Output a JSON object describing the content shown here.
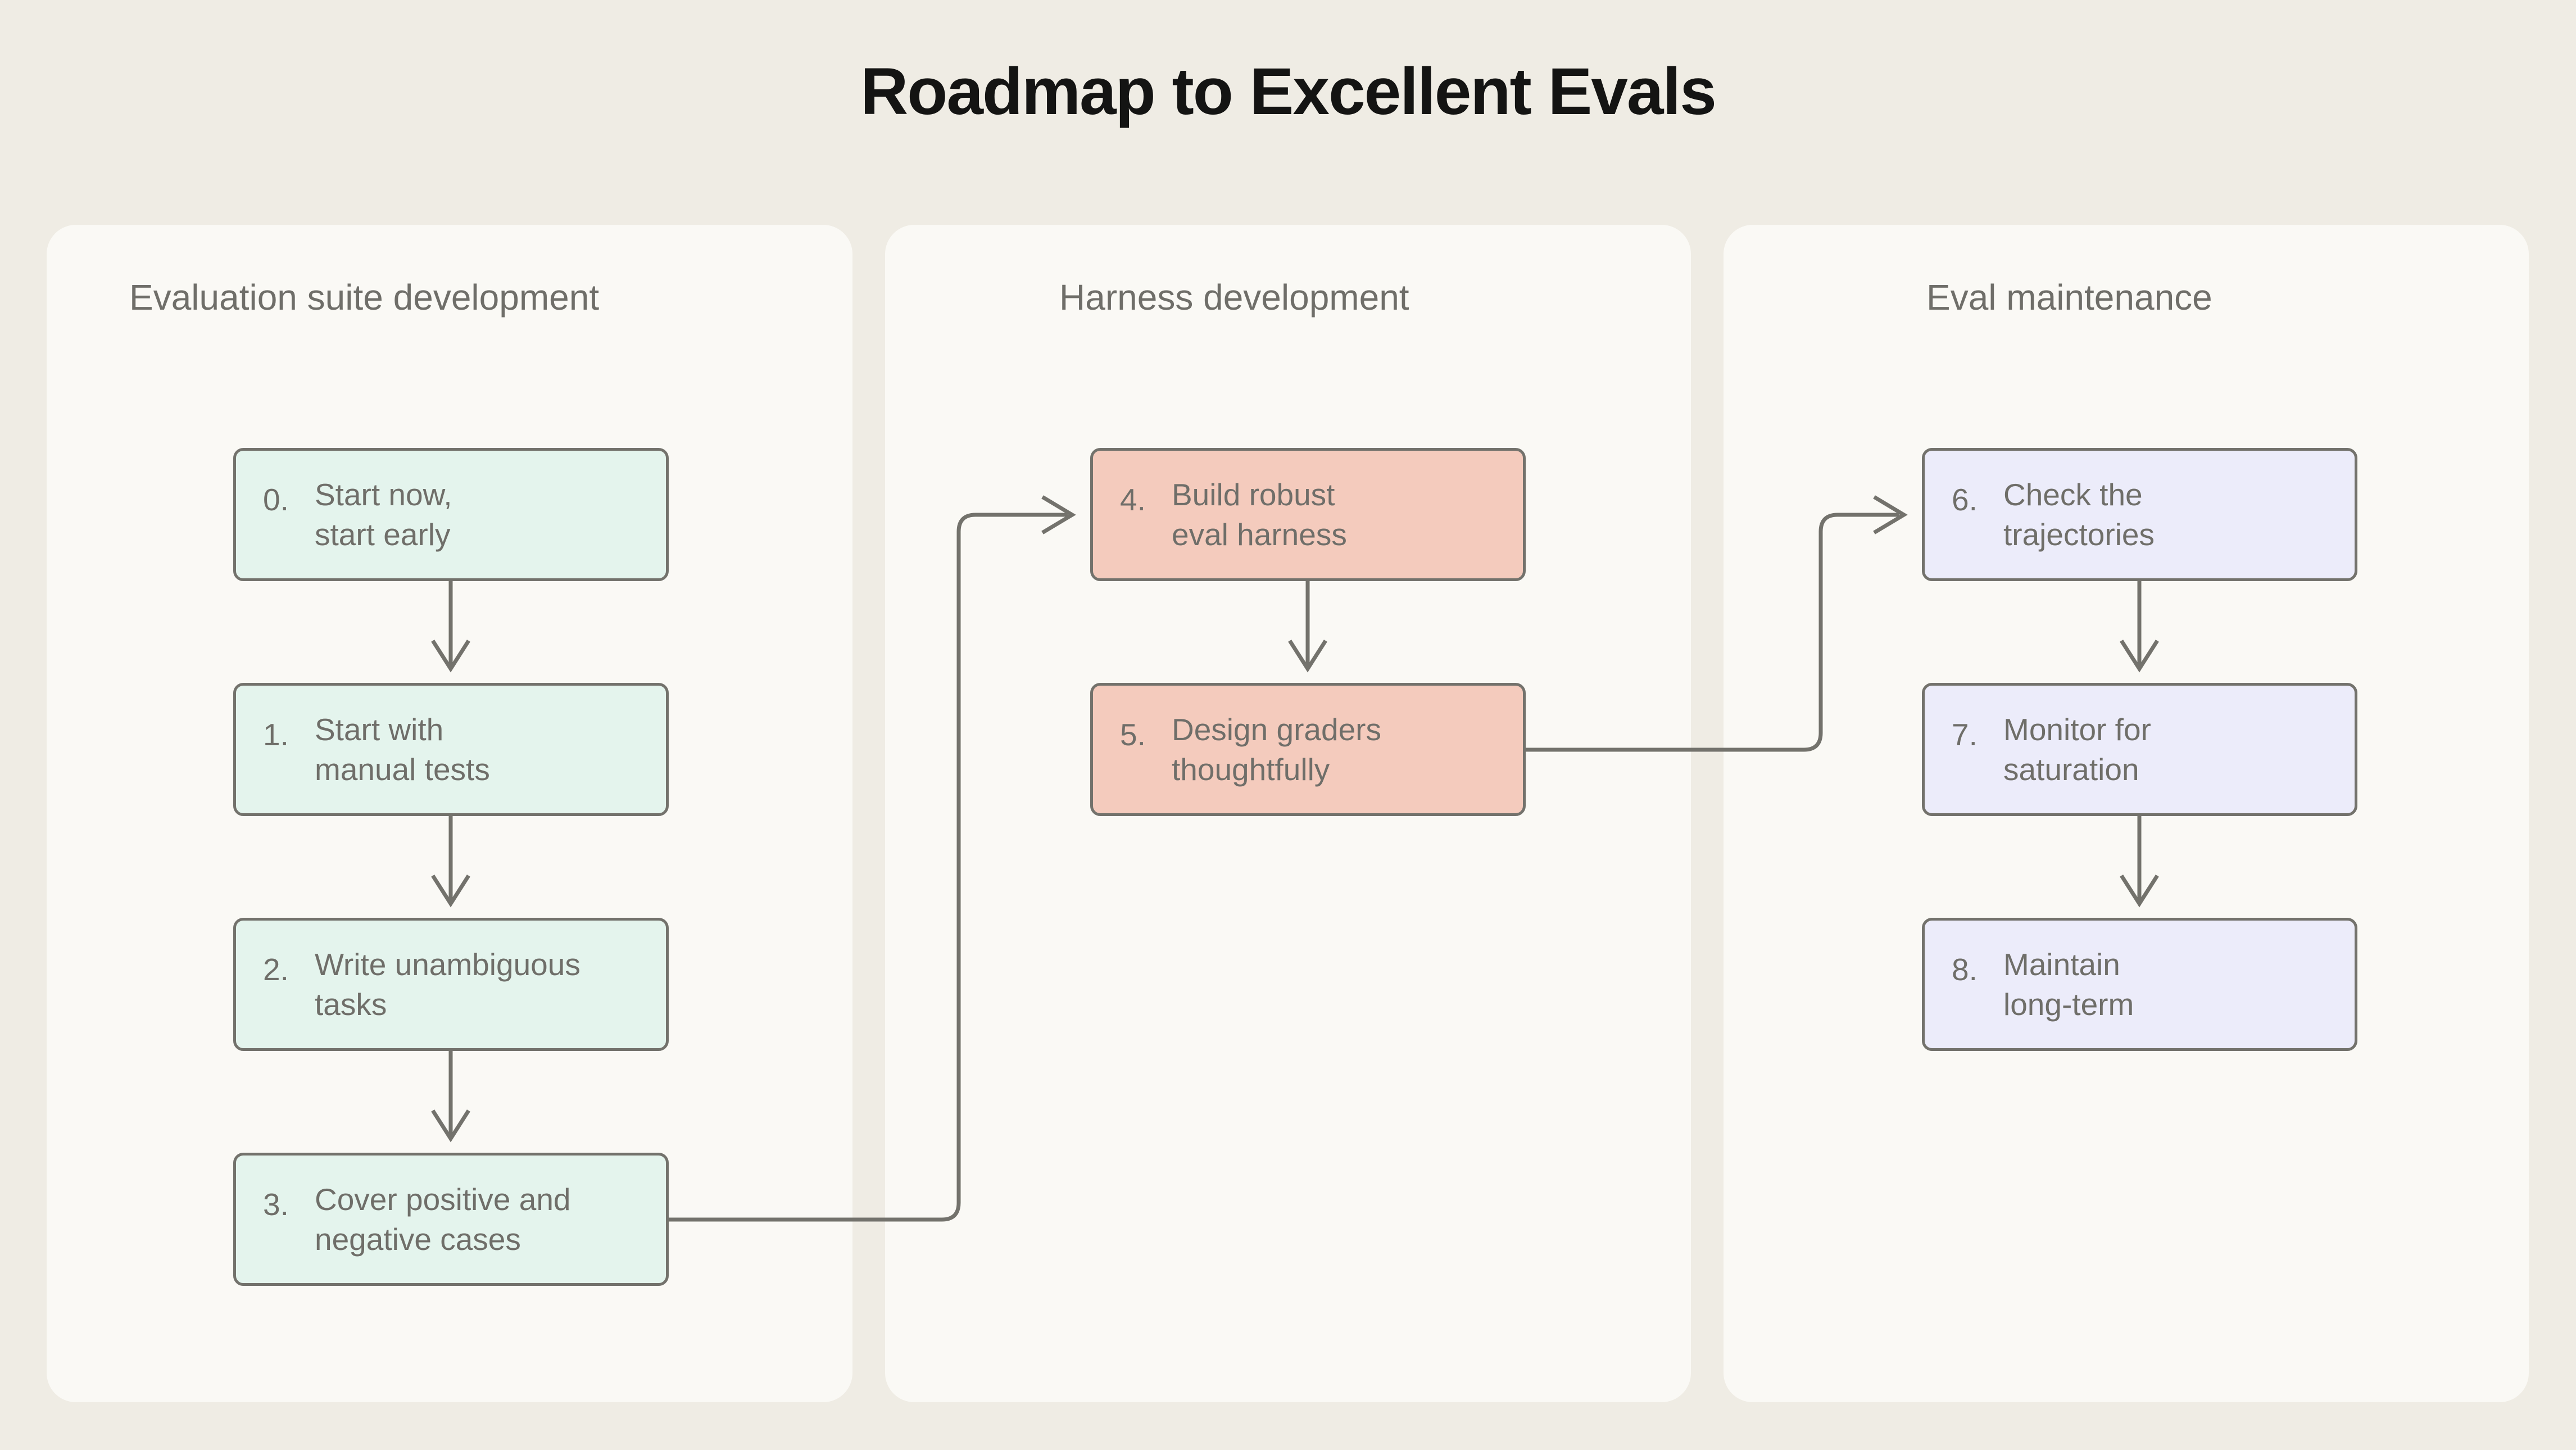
{
  "page": {
    "title": "Roadmap to Excellent Evals",
    "background_color": "#efece4",
    "panel_color": "#faf9f5",
    "text_color": "#6f6e69",
    "title_color": "#141413",
    "connector_color": "#73726c"
  },
  "columns": [
    {
      "id": "evaluation-suite-development",
      "title": "Evaluation suite development",
      "accent_color": "#e4f4ed",
      "steps": [
        {
          "number": "0.",
          "label": "Start now,\nstart early"
        },
        {
          "number": "1.",
          "label": "Start with\nmanual tests"
        },
        {
          "number": "2.",
          "label": "Write unambiguous\ntasks"
        },
        {
          "number": "3.",
          "label": "Cover positive and\nnegative cases"
        }
      ]
    },
    {
      "id": "harness-development",
      "title": "Harness development",
      "accent_color": "#f4cbbd",
      "steps": [
        {
          "number": "4.",
          "label": "Build robust\neval harness"
        },
        {
          "number": "5.",
          "label": "Design graders\nthoughtfully"
        }
      ]
    },
    {
      "id": "eval-maintenance",
      "title": "Eval maintenance",
      "accent_color": "#ececfa",
      "steps": [
        {
          "number": "6.",
          "label": "Check the\ntrajectories"
        },
        {
          "number": "7.",
          "label": "Monitor for\nsaturation"
        },
        {
          "number": "8.",
          "label": "Maintain\nlong-term"
        }
      ]
    }
  ],
  "connectors": [
    {
      "name": "arrow-step-0-to-1",
      "type": "vertical-arrow",
      "from": "0",
      "to": "1"
    },
    {
      "name": "arrow-step-1-to-2",
      "type": "vertical-arrow",
      "from": "1",
      "to": "2"
    },
    {
      "name": "arrow-step-2-to-3",
      "type": "vertical-arrow",
      "from": "2",
      "to": "3"
    },
    {
      "name": "arrow-step-3-to-4",
      "type": "orthogonal-arrow",
      "from": "3",
      "to": "4"
    },
    {
      "name": "arrow-step-4-to-5",
      "type": "vertical-arrow",
      "from": "4",
      "to": "5"
    },
    {
      "name": "arrow-step-5-to-6",
      "type": "orthogonal-arrow",
      "from": "5",
      "to": "6"
    },
    {
      "name": "arrow-step-6-to-7",
      "type": "vertical-arrow",
      "from": "6",
      "to": "7"
    },
    {
      "name": "arrow-step-7-to-8",
      "type": "vertical-arrow",
      "from": "7",
      "to": "8"
    }
  ]
}
